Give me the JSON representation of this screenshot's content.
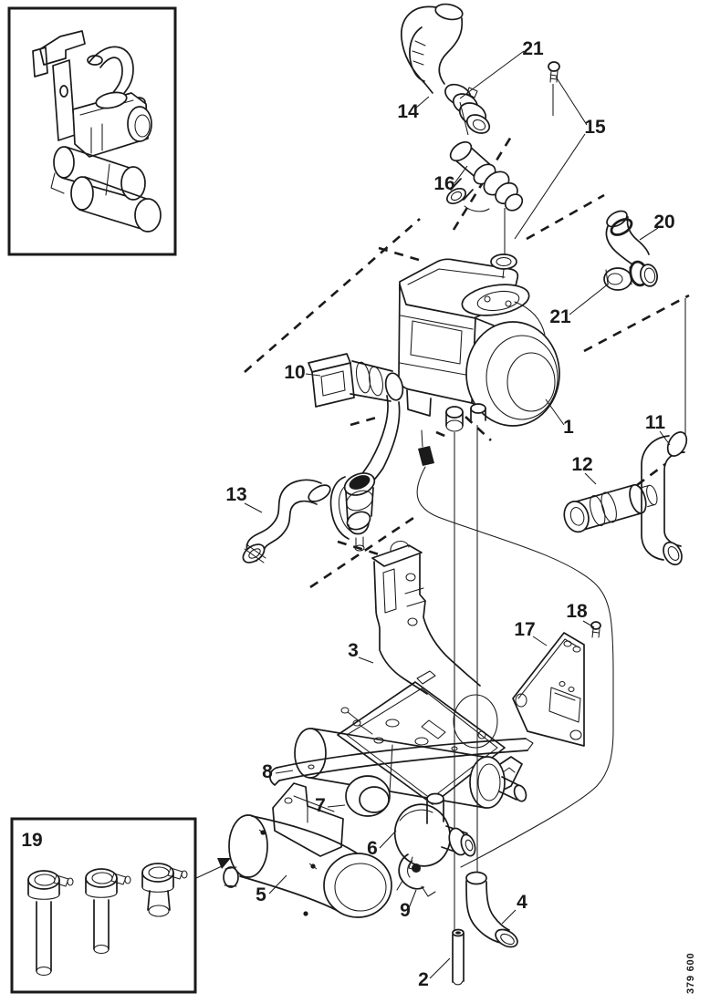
{
  "page": {
    "background": "#ffffff",
    "line_color": "#1a1a1a"
  },
  "figure": {
    "doc_number": "379 600",
    "callouts": [
      {
        "label": "21"
      },
      {
        "label": "14"
      },
      {
        "label": "15"
      },
      {
        "label": "16"
      },
      {
        "label": "20"
      },
      {
        "label": "21"
      },
      {
        "label": "10"
      },
      {
        "label": "1"
      },
      {
        "label": "11"
      },
      {
        "label": "12"
      },
      {
        "label": "13"
      },
      {
        "label": "3"
      },
      {
        "label": "17"
      },
      {
        "label": "18"
      },
      {
        "label": "8"
      },
      {
        "label": "7"
      },
      {
        "label": "6"
      },
      {
        "label": "5"
      },
      {
        "label": "9"
      },
      {
        "label": "2"
      },
      {
        "label": "4"
      },
      {
        "label": "19"
      }
    ]
  }
}
